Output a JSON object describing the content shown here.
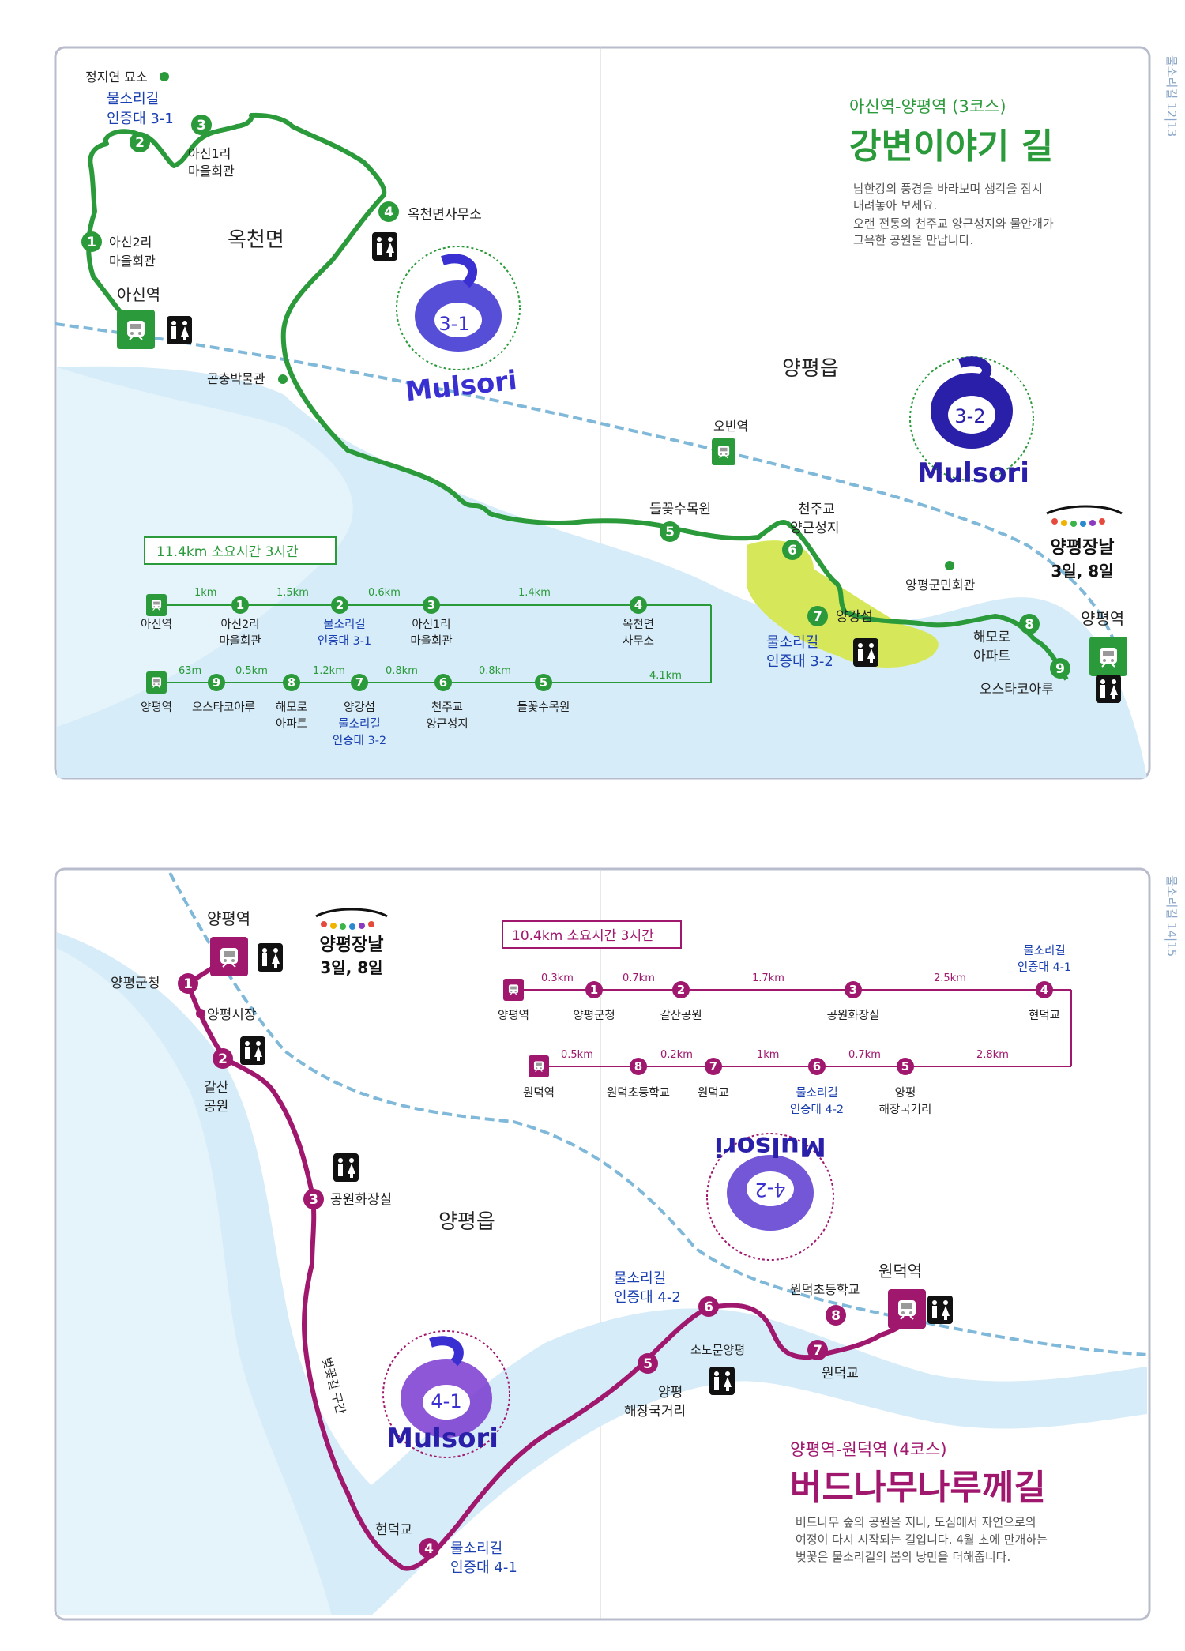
{
  "top_map": {
    "side_tab": "물소리길 12|13",
    "course_subtitle": "아신역-양평역 (3코스)",
    "course_title": "강변이야기 길",
    "description": [
      "남한강의 풍경을 바라보며 생각을 잠시",
      "내려놓아 보세요.",
      "오랜 전통의 천주교 양근성지와 물안개가",
      "그윽한 공원을 만납니다."
    ],
    "places": {
      "jeongjiyeon": "정지연 묘소",
      "cert31": "물소리길",
      "cert31b": "인증대 3-1",
      "asin1_a": "아신1리",
      "asin1_b": "마을회관",
      "okcheon_office": "옥천면사무소",
      "okcheon_town": "옥천면",
      "asin2_a": "아신2리",
      "asin2_b": "마을회관",
      "asin_station": "아신역",
      "insect_museum": "곤충박물관",
      "yangpyeong_eup": "양평읍",
      "obin_station": "오빈역",
      "flower_arboretum": "들꽃수목원",
      "cheonjugyo_a": "천주교",
      "cheonjugyo_b": "양근성지",
      "gunmin_hall": "양평군민회관",
      "yanggang": "양강섬",
      "cert32a": "물소리길",
      "cert32b": "인증대 3-2",
      "haemoro_a": "해모로",
      "haemoro_b": "아파트",
      "ostakaru": "오스타코아루",
      "yangpyeong_station": "양평역"
    },
    "market": {
      "title": "양평장날",
      "days": "3일, 8일"
    },
    "stamp31": {
      "number": "3-1",
      "brand": "Mulsori"
    },
    "stamp32": {
      "number": "3-2",
      "brand": "Mulsori"
    },
    "summary": "11.4km  소요시간 3시간",
    "route_row1": [
      {
        "num": "",
        "label": "아신역",
        "dist_after": "1km"
      },
      {
        "num": "1",
        "label": "아신2리\n마을회관",
        "dist_after": "1.5km"
      },
      {
        "num": "2",
        "label": "물소리길\n인증대 3-1",
        "dist_after": "0.6km"
      },
      {
        "num": "3",
        "label": "아신1리\n마을회관",
        "dist_after": "1.4km"
      },
      {
        "num": "4",
        "label": "옥천면\n사무소",
        "dist_after": "4.1km"
      }
    ],
    "route_row2": [
      {
        "num": "",
        "label": "양평역",
        "dist_after": "63m"
      },
      {
        "num": "9",
        "label": "오스타코아루",
        "dist_after": "0.5km"
      },
      {
        "num": "8",
        "label": "해모로\n아파트",
        "dist_after": "1.2km"
      },
      {
        "num": "7",
        "label": "양강섬",
        "dist_after": "0.8km"
      },
      {
        "num": "6",
        "label": "천주교\n양근성지",
        "dist_after": "0.8km"
      },
      {
        "num": "5",
        "label": "들꽃수목원",
        "dist_after": ""
      }
    ],
    "row2_cert_a": "물소리길",
    "row2_cert_b": "인증대 3-2",
    "row1_cert_a": "물소리길",
    "row1_cert_b": "인증대 3-1"
  },
  "bottom_map": {
    "side_tab": "물소리길 14|15",
    "course_subtitle": "양평역-원덕역 (4코스)",
    "course_title": "버드나무나루께길",
    "description": [
      "버드나무 숲의 공원을 지나, 도심에서 자연으로의",
      "여정이 다시 시작되는 길입니다. 4월 초에 만개하는",
      "벚꽃은 물소리길의 봄의 낭만을 더해줍니다."
    ],
    "places": {
      "yangpyeong_station": "양평역",
      "county_office": "양평군청",
      "market": "양평시장",
      "galsan_a": "갈산",
      "galsan_b": "공원",
      "park_restroom": "공원화장실",
      "yangpyeong_eup": "양평읍",
      "cherry_section": "벚꽃길 구간",
      "hyeondeokgyo": "현덕교",
      "cert41a": "물소리길",
      "cert41b": "인증대 4-1",
      "cert42a": "물소리길",
      "cert42b": "인증대 4-2",
      "haejang_a": "양평",
      "haejang_b": "해장국거리",
      "sonomun": "소노문양평",
      "wondeok_school": "원덕초등학교",
      "wondeok_station": "원덕역",
      "wondeokgyo": "원덕교"
    },
    "market": {
      "title": "양평장날",
      "days": "3일, 8일"
    },
    "stamp41": {
      "number": "4-1",
      "brand": "Mulsori"
    },
    "stamp42": {
      "number": "4-2",
      "brand": "Mulsori"
    },
    "summary": "10.4km  소요시간 3시간",
    "route_row1": [
      {
        "num": "",
        "label": "양평역",
        "dist_after": "0.3km"
      },
      {
        "num": "1",
        "label": "양평군청",
        "dist_after": "0.7km"
      },
      {
        "num": "2",
        "label": "갈산공원",
        "dist_after": "1.7km"
      },
      {
        "num": "3",
        "label": "공원화장실",
        "dist_after": "2.5km"
      },
      {
        "num": "4",
        "label": "현덕교",
        "dist_after": "2.8km"
      }
    ],
    "route_row2": [
      {
        "num": "",
        "label": "원덕역",
        "dist_after": "0.5km"
      },
      {
        "num": "8",
        "label": "원덕초등학교",
        "dist_after": "0.2km"
      },
      {
        "num": "7",
        "label": "원덕교",
        "dist_after": "1km"
      },
      {
        "num": "6",
        "label": "물소리길\n인증대 4-2",
        "dist_after": "0.7km"
      },
      {
        "num": "5",
        "label": "양평\n해장국거리",
        "dist_after": ""
      }
    ],
    "row1_cert_a": "물소리길",
    "row1_cert_b": "인증대 4-1"
  },
  "colors": {
    "green": "#2a9a3a",
    "magenta": "#a0186e",
    "river": "#d6ecf8",
    "rail": "#7fb8d8",
    "stamp_blue": "#2a1fa8",
    "island": "#d6e85a",
    "cert_blue": "#1a3fb0"
  }
}
